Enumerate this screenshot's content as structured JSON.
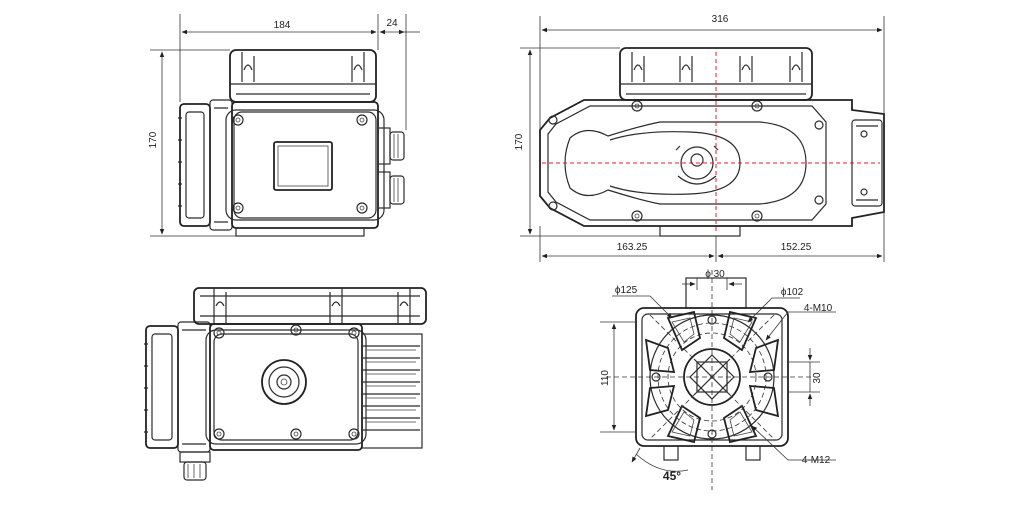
{
  "dimensions": {
    "front_width": "184",
    "gland_depth": "24",
    "front_height": "170",
    "side_width": "316",
    "side_height": "170",
    "left_offset": "163.25",
    "right_offset": "152.25",
    "shaft_width": "30",
    "pcd_large": "ϕ125",
    "pcd_small": "ϕ102",
    "thread_top": "4-M10",
    "thread_bottom": "4-M12",
    "base_height": "110",
    "square_30": "30",
    "angle": "45°"
  },
  "colors": {
    "line": "#2b2b2b",
    "centerline": "#e02020"
  }
}
